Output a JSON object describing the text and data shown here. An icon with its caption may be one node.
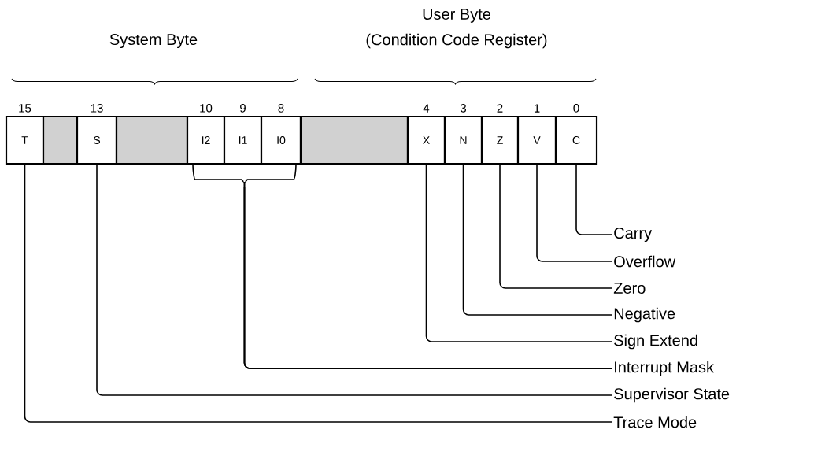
{
  "diagram": {
    "nodes": [
      {
        "text": [
          "T"
        ],
        "beside": [
          "15"
        ]
      },
      {
        "text": [],
        "shape": "box"
      },
      {
        "text": [
          "S"
        ],
        "beside": [
          "13"
        ]
      },
      {
        "text": [],
        "shape": "box"
      },
      {
        "text": [
          "I2"
        ],
        "beside": [
          "10"
        ]
      },
      {
        "text": [
          "I1"
        ],
        "beside": [
          "9"
        ]
      },
      {
        "text": [
          "I0"
        ],
        "beside": [
          "8"
        ]
      },
      {
        "text": [],
        "shape": "box"
      },
      {
        "text": [
          "X"
        ],
        "beside": [
          "4"
        ]
      },
      {
        "text": [
          "N"
        ],
        "beside": [
          "3"
        ]
      },
      {
        "text": [
          "Z"
        ],
        "beside": [
          "2"
        ]
      },
      {
        "text": [
          "V"
        ],
        "beside": [
          "1"
        ]
      },
      {
        "text": [
          "C"
        ],
        "beside": [
          "0"
        ]
      },
      {
        "text": [
          "Carry"
        ]
      },
      {
        "text": [
          "Overflow"
        ]
      },
      {
        "text": [
          "Zero"
        ]
      },
      {
        "text": [
          "Negative"
        ]
      },
      {
        "text": [
          "Sign Extend"
        ]
      },
      {
        "text": [
          "Interrupt Mask"
        ]
      },
      {
        "text": [
          "Supervisor State"
        ]
      },
      {
        "text": [
          "Trace Mode"
        ]
      }
    ],
    "edges": [
      {
        "from": 13,
        "to": 12,
        "arrow": "none"
      },
      {
        "from": 14,
        "to": 11,
        "arrow": "none"
      },
      {
        "from": 15,
        "to": 10,
        "arrow": "none"
      },
      {
        "from": 16,
        "to": 9,
        "arrow": "none"
      },
      {
        "from": 17,
        "to": 8,
        "arrow": "none"
      },
      {
        "from": 18,
        "to": 4,
        "arrow": "none"
      },
      {
        "from": 18,
        "to": 5,
        "arrow": "none"
      },
      {
        "from": 18,
        "to": 6,
        "arrow": "none"
      },
      {
        "from": 19,
        "to": 2,
        "arrow": "none"
      },
      {
        "from": 20,
        "to": 0,
        "arrow": "none"
      }
    ],
    "labels": [
      "User Byte",
      "System Byte",
      "(Condition Code Register)"
    ]
  }
}
